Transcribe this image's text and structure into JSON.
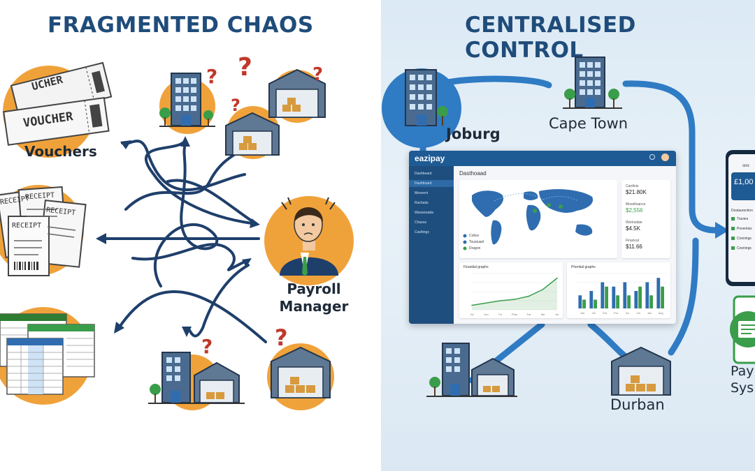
{
  "left_panel": {
    "heading": "FRAGMENTED CHAOS",
    "voucher_tickets": [
      "VOUCHER",
      "UCHER"
    ],
    "vouchers_label": "Vouchers",
    "receipts": [
      "RECEIPT",
      "RECEIPT",
      "RECEIPT",
      "RECEIPT"
    ],
    "payroll_line1": "Payroll",
    "payroll_line2": "Manager",
    "question_mark": "?"
  },
  "right_panel": {
    "heading": "CENTRALISED CONTROL",
    "locations": {
      "joburg": "Joburg",
      "cape_town": "Cape Town",
      "durban": "Durban"
    },
    "pay_system_line1": "Pay",
    "pay_system_line2": "Sys"
  },
  "dashboard": {
    "brand": "eazipay",
    "title": "Dasthoaad",
    "sidebar": [
      "Dashbeard",
      "Dashboard",
      "Mesnent",
      "Rachads",
      "Wassewada",
      "Chaoss",
      "Casttings"
    ],
    "map_legend": [
      {
        "label": "Coltce",
        "color": "#2f6db0"
      },
      {
        "label": "Toustuanl",
        "color": "#2f6db0"
      },
      {
        "label": "Dragon",
        "color": "#3a9d4a"
      }
    ],
    "stats": [
      {
        "label": "Cardinis",
        "value": "$21.80K",
        "highlight": false
      },
      {
        "label": "Moseltoance",
        "value": "$2,556",
        "highlight": true
      },
      {
        "label": "Worksdate",
        "value": "$4.5K",
        "highlight": false
      },
      {
        "label": "Financal",
        "value": "$11.66",
        "highlight": false
      }
    ],
    "line_chart_title": "Fioantial graphs",
    "bar_chart_title": "Priential graphs"
  },
  "phone": {
    "header": "sno",
    "balance": "£1,00",
    "section": "Dostaurection",
    "items": [
      "Travies",
      "Poventiss",
      "Cosnings",
      "Cosnings"
    ]
  },
  "chart_data": [
    {
      "type": "line",
      "title": "Fioantial graphs",
      "x": [
        "Jul",
        "Jun",
        "Fri",
        "Pms",
        "Fal",
        "Me",
        "Au"
      ],
      "y": [
        1,
        1.5,
        2,
        2.3,
        3,
        4.5,
        7
      ]
    },
    {
      "type": "bar",
      "title": "Priential graphs",
      "categories": [
        "Jun",
        "Jul",
        "Oct",
        "Fra",
        "Jul",
        "Jul",
        "Jaz",
        "Aug"
      ],
      "series": [
        {
          "values": [
            3,
            4,
            6,
            5,
            6,
            4,
            6,
            7
          ]
        },
        {
          "values": [
            2,
            2,
            5,
            3,
            3,
            5,
            3,
            5
          ]
        }
      ],
      "colors": [
        "#2f6db0",
        "#3a9d4a"
      ]
    }
  ],
  "colors": {
    "navy": "#1f4c7a",
    "orange": "#f0a23a",
    "brand_blue": "#1e5a93",
    "green": "#3a9d4a",
    "question_red": "#c0392b"
  }
}
